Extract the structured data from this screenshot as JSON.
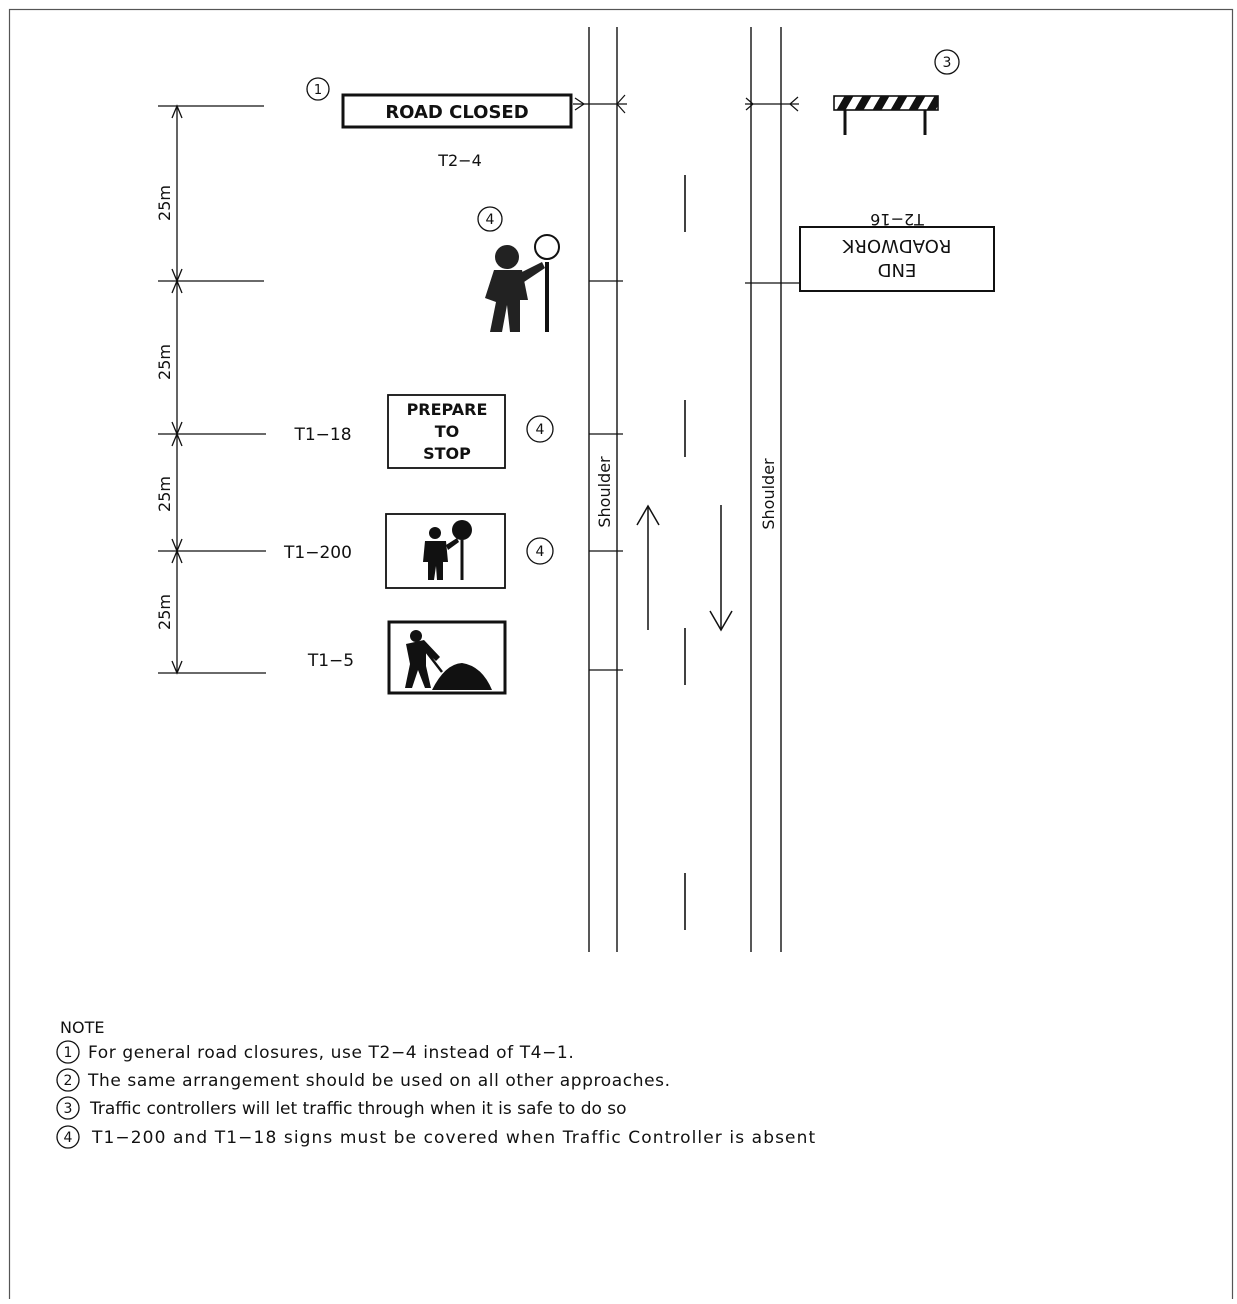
{
  "dimensions": [
    {
      "label": "25m"
    },
    {
      "label": "25m"
    },
    {
      "label": "25m"
    },
    {
      "label": "25m"
    }
  ],
  "signs": {
    "road_closed": {
      "text": "ROAD CLOSED",
      "code": "T2−4",
      "callout": "1"
    },
    "barrier": {
      "callout": "3"
    },
    "traffic_controller": {
      "callout": "4"
    },
    "prepare_to_stop": {
      "lines": [
        "PREPARE",
        "TO",
        "STOP"
      ],
      "code": "T1−18",
      "callout": "4"
    },
    "controller_ahead": {
      "code": "T1−200",
      "callout": "4"
    },
    "roadwork": {
      "code": "T1−5"
    },
    "end_roadwork": {
      "lines": [
        "END",
        "ROADWORK"
      ],
      "code": "T2−16"
    }
  },
  "road": {
    "shoulder_left": "Shoulder",
    "shoulder_right": "Shoulder"
  },
  "notes": {
    "heading": "NOTE",
    "items": [
      {
        "number": "1",
        "text": "For general road closures, use T2−4 instead of T4−1."
      },
      {
        "number": "2",
        "text": "The same arrangement should be used on all other approaches."
      },
      {
        "number": "3",
        "text": "Traffic controllers will let traffic through when it is safe to do so"
      },
      {
        "number": "4",
        "text": "T1−200 and T1−18 signs must be covered when Traffic Controller is absent"
      }
    ]
  }
}
